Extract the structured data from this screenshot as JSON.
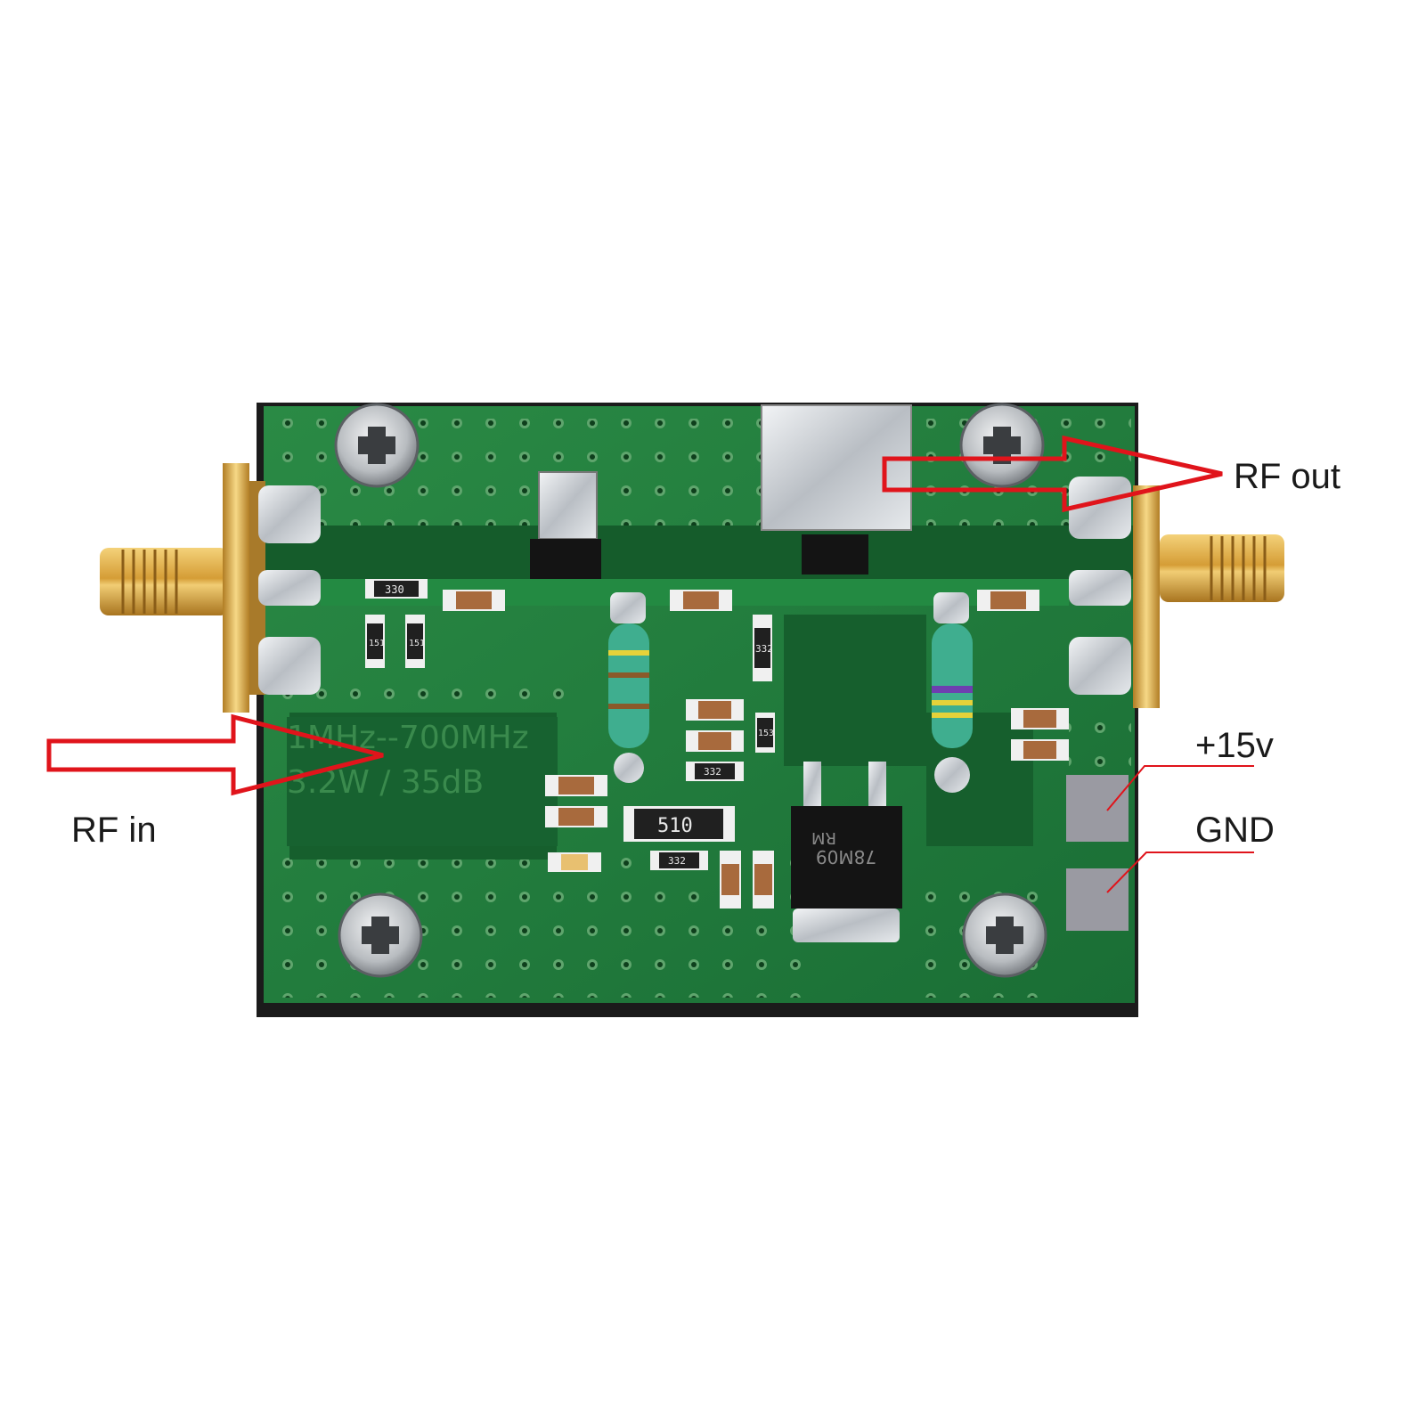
{
  "callouts": {
    "rf_in": "RF in",
    "rf_out": "RF out",
    "vcc": "+15v",
    "gnd": "GND"
  },
  "silkscreen": {
    "frequency": "1MHz--700MHz",
    "power_gain": "3.2W / 35dB"
  },
  "component_markings": {
    "res_330": "330",
    "res_151_a": "151",
    "res_151_b": "151",
    "res_332_a": "332",
    "res_332_b": "332",
    "res_332_c": "332",
    "res_510": "510",
    "res_153": "153",
    "regulator": "78M09",
    "regulator_sub": "RM"
  },
  "colors": {
    "pcb_green": "#1f7a3c",
    "pcb_dark": "#155c2b",
    "arrow_red": "#e0141b",
    "sma_gold": "#d9a441",
    "solder_silver": "#c9cdd2",
    "pad_grey": "#9a9aa2"
  }
}
